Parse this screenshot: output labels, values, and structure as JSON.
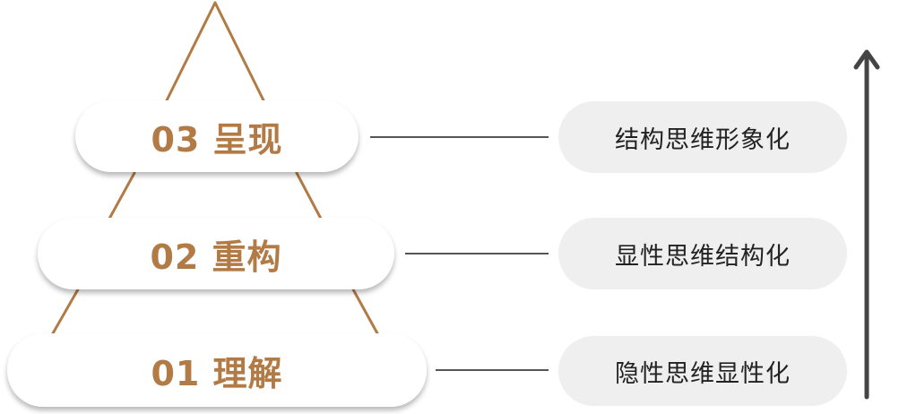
{
  "levels": [
    {
      "label": "01 理解",
      "description": "隐性思维显性化"
    },
    {
      "label": "02 重构",
      "description": "显性思维结构化"
    },
    {
      "label": "03 呈现",
      "description": "结构思维形象化"
    }
  ],
  "colors": {
    "accent": "#b27a45",
    "pill_background": "#ffffff",
    "description_background": "#efefef",
    "connector": "#555555",
    "arrow": "#444444",
    "description_text": "#222222"
  }
}
